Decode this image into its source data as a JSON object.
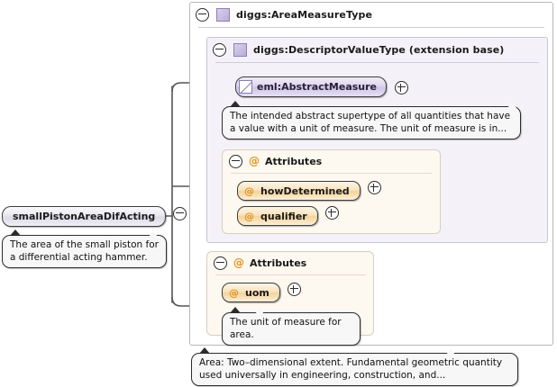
{
  "diagram": {
    "kind": "xml-schema-element-diagram",
    "root_element": {
      "name": "smallPistonAreaDifActing",
      "expander": "minus",
      "documentation": "The area of the small piston for a differential acting hammer."
    },
    "type_box": {
      "title": "diggs:AreaMeasureType",
      "icon": "complex-type-icon",
      "expander": "minus",
      "documentation": "Area: Two–dimensional extent. Fundamental geometric quantity used universally in engineering, construction, and..."
    },
    "extension_base": {
      "title": "diggs:DescriptorValueType (extension base)",
      "icon": "complex-type-icon",
      "expander": "minus"
    },
    "abstract_element": {
      "name": "eml:AbstractMeasure",
      "icon": "abstract-element-icon",
      "expander": "plus",
      "documentation": "The intended abstract supertype of all quantities that have a value with a unit of measure. The unit of measure is in..."
    },
    "attribute_groups": [
      {
        "header": "Attributes",
        "glyph": "@",
        "expander": "minus",
        "attributes": [
          {
            "name": "howDetermined",
            "glyph": "@",
            "expander": "plus"
          },
          {
            "name": "qualifier",
            "glyph": "@",
            "expander": "plus"
          }
        ]
      },
      {
        "header": "Attributes",
        "glyph": "@",
        "expander": "minus",
        "attributes": [
          {
            "name": "uom",
            "glyph": "@",
            "expander": "plus",
            "documentation": "The unit of measure for area."
          }
        ]
      }
    ],
    "colors": {
      "type_fill": "#f4f2f8",
      "attribute_fill": "#fdf8f0",
      "attribute_accent": "#e2921f",
      "element_fill": "#ddd5ee",
      "connector": "#555555",
      "bubble_fill": "#f7f7f7"
    }
  }
}
